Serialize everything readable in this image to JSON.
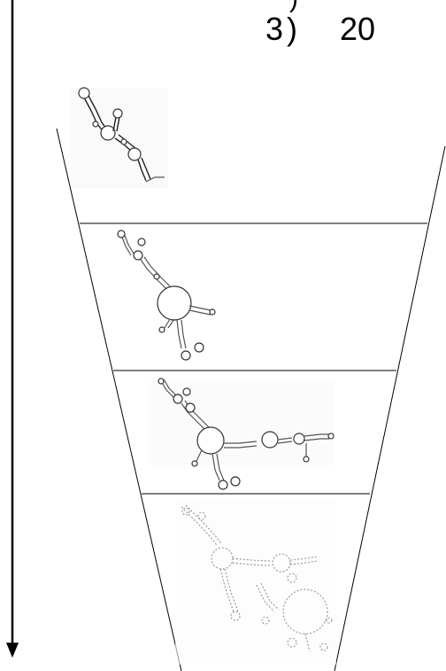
{
  "header": {
    "partial_top_char": ")",
    "step_number": "3",
    "step_paren": ")",
    "value": "20"
  },
  "diagram": {
    "arrow": {
      "direction": "down"
    },
    "funnel": {
      "bands": 4
    },
    "structures": [
      {
        "name": "rna-structure-1"
      },
      {
        "name": "rna-structure-2"
      },
      {
        "name": "rna-structure-3"
      },
      {
        "name": "rna-structure-4"
      }
    ]
  },
  "colors": {
    "line": "#000000",
    "structure": "#333333",
    "background": "#ffffff"
  }
}
